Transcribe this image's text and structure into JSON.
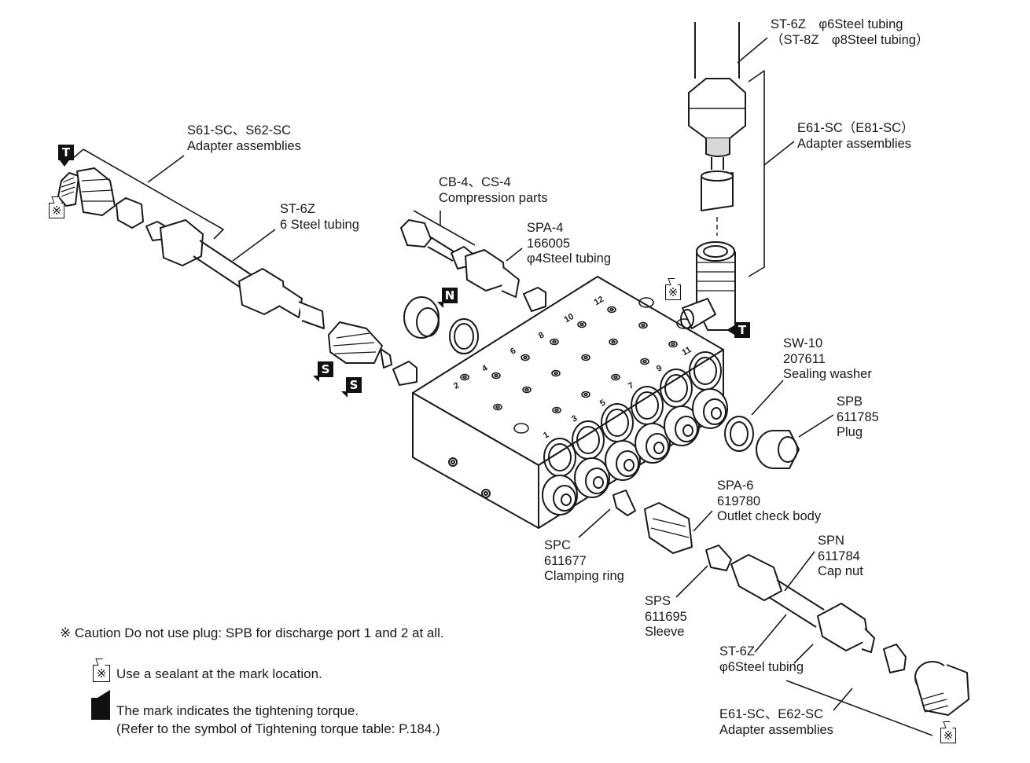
{
  "labels": {
    "st6z_top": [
      "ST-6Z　φ6Steel tubing",
      "（ST-8Z　φ8Steel tubing）"
    ],
    "e61_top": [
      "E61-SC（E81-SC）",
      "Adapter assemblies"
    ],
    "s61": [
      "S61-SC、S62-SC",
      "Adapter assemblies"
    ],
    "st6z_left": [
      "ST-6Z",
      " 6 Steel tubing"
    ],
    "cb4": [
      "CB-4、CS-4",
      "Compression parts"
    ],
    "spa4": [
      "SPA-4",
      "166005",
      "φ4Steel tubing"
    ],
    "sw10": [
      "SW-10",
      "207611",
      "Sealing washer"
    ],
    "spb": [
      "SPB",
      "611785",
      "Plug"
    ],
    "spa6": [
      "SPA-6",
      "619780",
      "Outlet check body"
    ],
    "spc": [
      "SPC",
      "611677",
      "Clamping ring"
    ],
    "spn": [
      "SPN",
      "611784",
      "Cap nut"
    ],
    "sps": [
      "SPS",
      "611695",
      "Sleeve"
    ],
    "st6z_bottom": [
      "ST-6Z",
      "φ6Steel tubing"
    ],
    "e61_bottom": [
      "E61-SC、E62-SC",
      "Adapter assemblies"
    ]
  },
  "marks": {
    "torque_t": "T",
    "torque_s": "S",
    "torque_n": "N",
    "sealant": "※"
  },
  "port_numbers": [
    "1",
    "2",
    "3",
    "4",
    "5",
    "6",
    "7",
    "8",
    "9",
    "10",
    "11",
    "12"
  ],
  "notes": {
    "caution": "※ Caution Do not use plug: SPB for discharge port 1 and 2 at all.",
    "sealant": "Use a sealant at the mark location.",
    "torque_line1": "The mark indicates the tightening torque.",
    "torque_line2": "(Refer to the symbol of Tightening torque table: P.184.)"
  },
  "colors": {
    "ink": "#1a1a1a",
    "mark": "#111111",
    "fill": "#ffffff",
    "shade": "#d8d8d8"
  }
}
